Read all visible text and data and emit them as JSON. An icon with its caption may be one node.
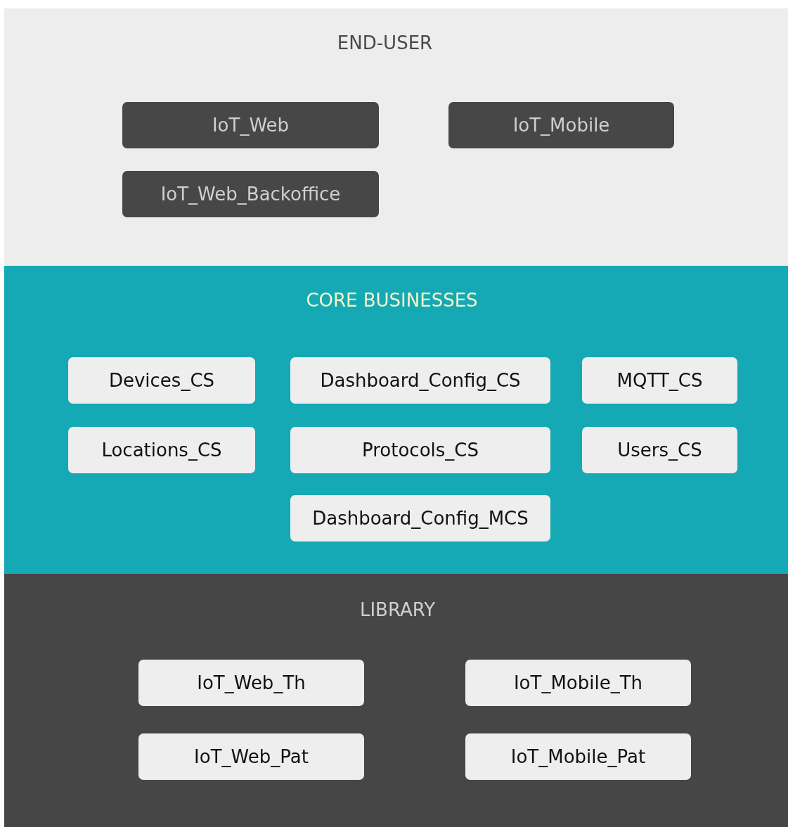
{
  "diagram": {
    "nodes": [
      {
        "text": [
          "END-USER"
        ]
      },
      {
        "text": [
          "IoT_Web"
        ],
        "in": 0
      },
      {
        "text": [
          "IoT_Mobile"
        ],
        "in": 0
      },
      {
        "text": [
          "IoT_Web_Backoffice"
        ],
        "in": 0
      },
      {
        "text": [
          "CORE BUSINESSES"
        ]
      },
      {
        "text": [
          "Devices_CS"
        ],
        "in": 4
      },
      {
        "text": [
          "Dashboard_Config_CS"
        ],
        "in": 4
      },
      {
        "text": [
          "MQTT_CS"
        ],
        "in": 4
      },
      {
        "text": [
          "Locations_CS"
        ],
        "in": 4
      },
      {
        "text": [
          "Protocols_CS"
        ],
        "in": 4
      },
      {
        "text": [
          "Users_CS"
        ],
        "in": 4
      },
      {
        "text": [
          "Dashboard_Config_MCS"
        ],
        "in": 4
      },
      {
        "text": [
          "LIBRARY"
        ]
      },
      {
        "text": [
          "IoT_Web_Th"
        ],
        "in": 12
      },
      {
        "text": [
          "IoT_Mobile_Th"
        ],
        "in": 12
      },
      {
        "text": [
          "IoT_Web_Pat"
        ],
        "in": 12
      },
      {
        "text": [
          "IoT_Mobile_Pat"
        ],
        "in": 12
      }
    ]
  }
}
